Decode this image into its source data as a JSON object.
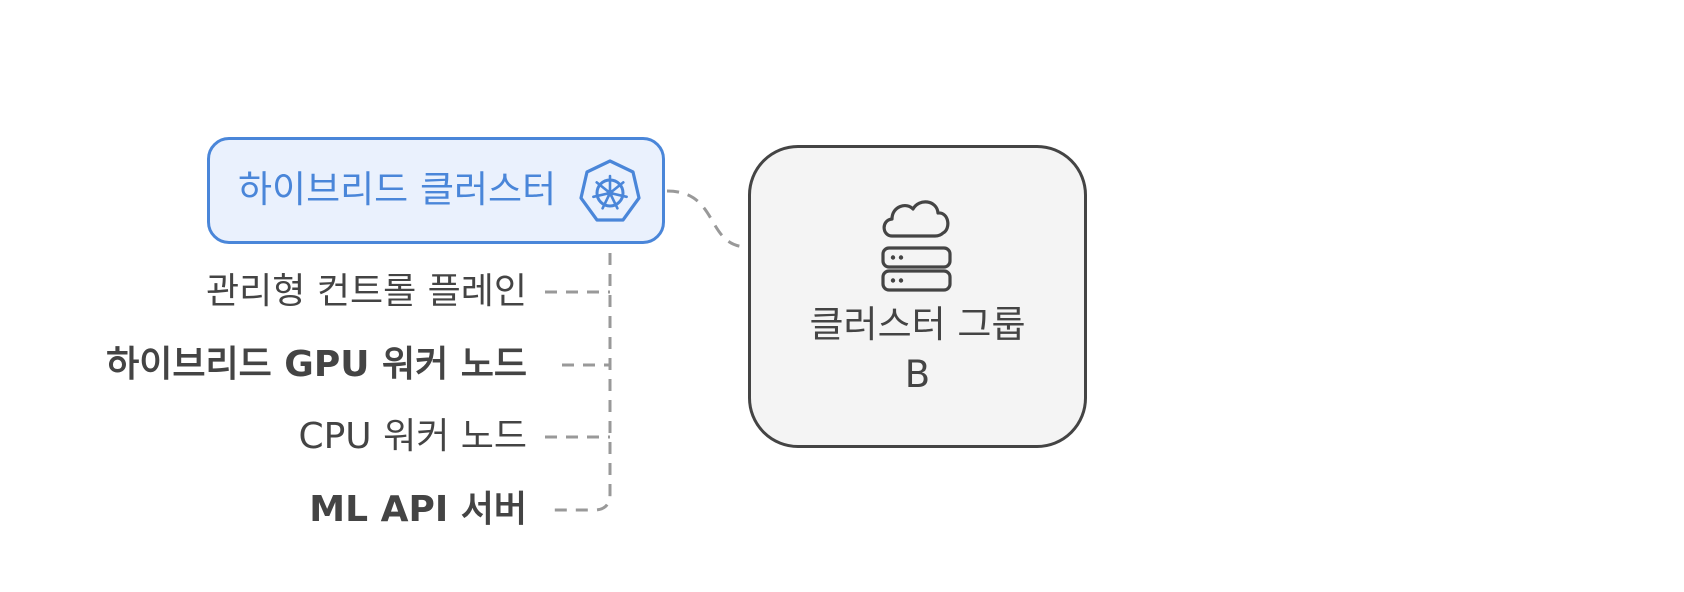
{
  "hybrid_cluster": {
    "title": "하이브리드 클러스터",
    "icon": "kubernetes-helm-icon",
    "accent_color": "#4a86d9",
    "fill_color": "#eaf1fd"
  },
  "cluster_group": {
    "title_line1": "클러스터 그룹",
    "title_line2": "B",
    "icon": "cloud-server-icon",
    "border_color": "#444444",
    "fill_color": "#f4f4f4"
  },
  "components": [
    {
      "label": "관리형 컨트롤 플레인",
      "bold": false
    },
    {
      "label": "하이브리드 GPU 워커 노드",
      "bold": true
    },
    {
      "label": "CPU 워커 노드",
      "bold": false
    },
    {
      "label": "ML API 서버",
      "bold": true
    }
  ],
  "connector_color": "#999999"
}
